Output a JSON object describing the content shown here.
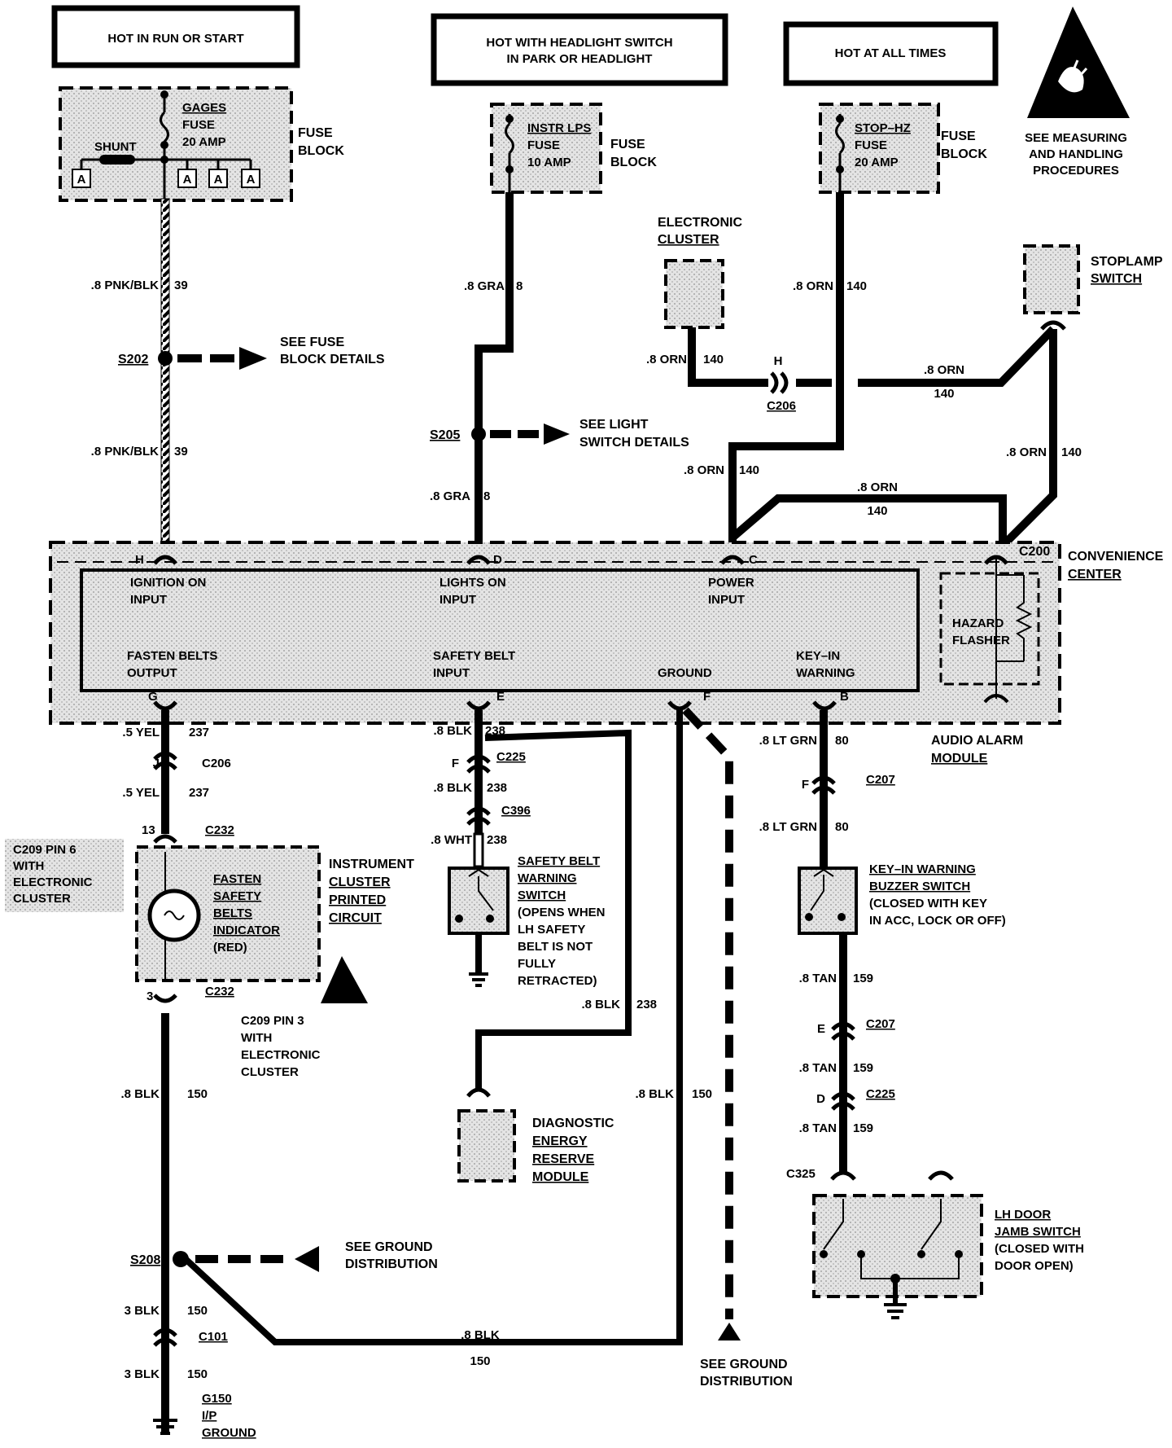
{
  "power_boxes": [
    {
      "line1": "HOT IN RUN OR START",
      "line2": ""
    },
    {
      "line1": "HOT WITH HEADLIGHT SWITCH",
      "line2": "IN PARK OR HEADLIGHT"
    },
    {
      "line1": "HOT AT ALL TIMES",
      "line2": ""
    }
  ],
  "esd_note": [
    "SEE MEASURING",
    "AND HANDLING",
    "PROCEDURES"
  ],
  "fuses": [
    {
      "name": "GAGES",
      "label": "FUSE",
      "rating": "20 AMP",
      "block": [
        "FUSE",
        "BLOCK"
      ],
      "shunt": "SHUNT"
    },
    {
      "name": "INSTR LPS",
      "label": "FUSE",
      "rating": "10 AMP",
      "block": [
        "FUSE",
        "BLOCK"
      ]
    },
    {
      "name": "STOP–HZ",
      "label": "FUSE",
      "rating": "20 AMP",
      "block": [
        "FUSE",
        "BLOCK"
      ]
    }
  ],
  "fuse_terminal": "A",
  "components": {
    "electronic_cluster": [
      "ELECTRONIC",
      "CLUSTER"
    ],
    "stoplamp_switch": [
      "STOPLAMP",
      "SWITCH"
    ],
    "convenience_center": [
      "CONVENIENCE",
      "CENTER"
    ],
    "audio_alarm_module": [
      "AUDIO ALARM",
      "MODULE"
    ],
    "hazard_flasher": [
      "HAZARD",
      "FLASHER"
    ],
    "instrument_cluster": [
      "INSTRUMENT",
      "CLUSTER",
      "PRINTED",
      "CIRCUIT"
    ],
    "fasten_belts_indicator": [
      "FASTEN",
      "SAFETY",
      "BELTS",
      "INDICATOR",
      "(RED)"
    ],
    "safety_belt_switch": [
      "SAFETY BELT",
      "WARNING",
      "SWITCH",
      "(OPENS WHEN",
      "LH SAFETY",
      "BELT IS NOT",
      "FULLY",
      "RETRACTED)"
    ],
    "diagnostic_module": [
      "DIAGNOSTIC",
      "ENERGY",
      "RESERVE",
      "MODULE"
    ],
    "key_in_switch": [
      "KEY–IN WARNING",
      "BUZZER SWITCH",
      "(CLOSED WITH KEY",
      "IN ACC, LOCK OR OFF)"
    ],
    "door_jamb_switch": [
      "LH DOOR",
      "JAMB SWITCH",
      "(CLOSED WITH",
      "DOOR OPEN)"
    ],
    "ground": [
      "G150",
      "I/P",
      "GROUND"
    ]
  },
  "module_pins": [
    {
      "pin": "H",
      "line1": "IGNITION ON",
      "line2": "INPUT"
    },
    {
      "pin": "D",
      "line1": "LIGHTS ON",
      "line2": "INPUT"
    },
    {
      "pin": "C",
      "line1": "POWER",
      "line2": "INPUT"
    },
    {
      "pin": "G",
      "line1": "FASTEN BELTS",
      "line2": "OUTPUT"
    },
    {
      "pin": "E",
      "line1": "SAFETY BELT",
      "line2": "INPUT"
    },
    {
      "pin": "F",
      "line1": "GROUND",
      "line2": ""
    },
    {
      "pin": "B",
      "line1": "KEY–IN",
      "line2": "WARNING"
    }
  ],
  "module_connector": "C200",
  "references": {
    "fuse_block_details": [
      "SEE FUSE",
      "BLOCK DETAILS"
    ],
    "light_switch_details": [
      "SEE LIGHT",
      "SWITCH DETAILS"
    ],
    "ground_distribution_left": [
      "SEE GROUND",
      "DISTRIBUTION"
    ],
    "ground_distribution_bottom": [
      "SEE GROUND",
      "DISTRIBUTION"
    ],
    "c209_pin6": [
      "C209 PIN 6",
      "WITH",
      "ELECTRONIC",
      "CLUSTER"
    ],
    "c209_pin3": [
      "C209 PIN 3",
      "WITH",
      "ELECTRONIC",
      "CLUSTER"
    ]
  },
  "splices": [
    "S202",
    "S205",
    "S208"
  ],
  "connectors": {
    "c206_h": {
      "pin": "H",
      "name": "C206"
    },
    "c206_j": {
      "pin": "J",
      "name": "C206"
    },
    "c232_13": {
      "pin": "13",
      "name": "C232"
    },
    "c232_3": {
      "pin": "3",
      "name": "C232"
    },
    "c225_f": {
      "pin": "F",
      "name": "C225"
    },
    "c396": {
      "pin": "",
      "name": "C396"
    },
    "c207_f": {
      "pin": "F",
      "name": "C207"
    },
    "c207_e": {
      "pin": "E",
      "name": "C207"
    },
    "c225_d": {
      "pin": "D",
      "name": "C225"
    },
    "c325": {
      "pin": "",
      "name": "C325"
    },
    "c101": {
      "pin": "",
      "name": "C101"
    }
  },
  "wires": {
    "pnk_blk_1": {
      "gauge": ".8 PNK/BLK",
      "circuit": "39"
    },
    "pnk_blk_2": {
      "gauge": ".8 PNK/BLK",
      "circuit": "39"
    },
    "gra_1": {
      "gauge": ".8 GRA",
      "circuit": "8"
    },
    "gra_2": {
      "gauge": ".8 GRA",
      "circuit": "8"
    },
    "orn_main": {
      "gauge": ".8 ORN",
      "circuit": "140"
    },
    "orn_cluster": {
      "gauge": ".8 ORN",
      "circuit": "140"
    },
    "orn_c206": {
      "gauge": ".8 ORN",
      "circuit": "140"
    },
    "orn_power": {
      "gauge": ".8 ORN",
      "circuit": "140"
    },
    "orn_cross": {
      "gauge": ".8 ORN",
      "circuit": "140"
    },
    "orn_stop": {
      "gauge": ".8 ORN",
      "circuit": "140"
    },
    "yel_1": {
      "gauge": ".5 YEL",
      "circuit": "237"
    },
    "yel_2": {
      "gauge": ".5 YEL",
      "circuit": "237"
    },
    "blk238_1": {
      "gauge": ".8 BLK",
      "circuit": "238"
    },
    "blk238_2": {
      "gauge": ".8 BLK",
      "circuit": "238"
    },
    "wht238": {
      "gauge": ".8 WHT",
      "circuit": "238"
    },
    "blk238_3": {
      "gauge": ".8 BLK",
      "circuit": "238"
    },
    "ltgrn_1": {
      "gauge": ".8 LT GRN",
      "circuit": "80"
    },
    "ltgrn_2": {
      "gauge": ".8 LT GRN",
      "circuit": "80"
    },
    "tan_1": {
      "gauge": ".8 TAN",
      "circuit": "159"
    },
    "tan_2": {
      "gauge": ".8 TAN",
      "circuit": "159"
    },
    "tan_3": {
      "gauge": ".8 TAN",
      "circuit": "159"
    },
    "blk150_1": {
      "gauge": ".8 BLK",
      "circuit": "150"
    },
    "blk150_2": {
      "gauge": ".8 BLK",
      "circuit": "150"
    },
    "blk150_3": {
      "gauge": ".8 BLK",
      "circuit": "150"
    },
    "blk150_4": {
      "gauge": "3 BLK",
      "circuit": "150"
    },
    "blk150_5": {
      "gauge": "3 BLK",
      "circuit": "150"
    }
  }
}
